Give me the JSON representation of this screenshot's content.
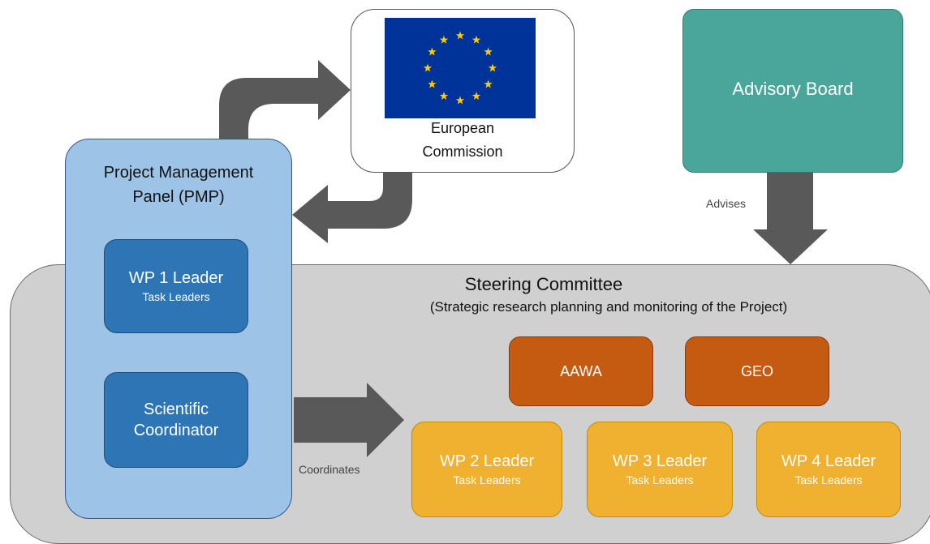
{
  "diagram": {
    "steering_committee": {
      "title": "Steering Committee",
      "subtitle": "(Strategic research planning and monitoring of the Project)"
    },
    "pmp": {
      "title_line1": "Project Management",
      "title_line2": "Panel (PMP)",
      "wp1": {
        "title": "WP 1 Leader",
        "sub": "Task Leaders"
      },
      "scientific": {
        "line1": "Scientific",
        "line2": "Coordinator"
      }
    },
    "european_commission": {
      "line1": "European",
      "line2": "Commission"
    },
    "advisory_board": {
      "title": "Advisory Board"
    },
    "members": {
      "aawa": "AAWA",
      "geo": "GEO",
      "wp2": {
        "title": "WP 2 Leader",
        "sub": "Task Leaders"
      },
      "wp3": {
        "title": "WP 3 Leader",
        "sub": "Task Leaders"
      },
      "wp4": {
        "title": "WP 4 Leader",
        "sub": "Task Leaders"
      }
    },
    "edges": {
      "advises": "Advises",
      "coordinates": "Coordinates"
    },
    "colors": {
      "arrow": "#595959",
      "eu_flag_blue": "#003399",
      "eu_star_gold": "#ffcc00"
    }
  }
}
